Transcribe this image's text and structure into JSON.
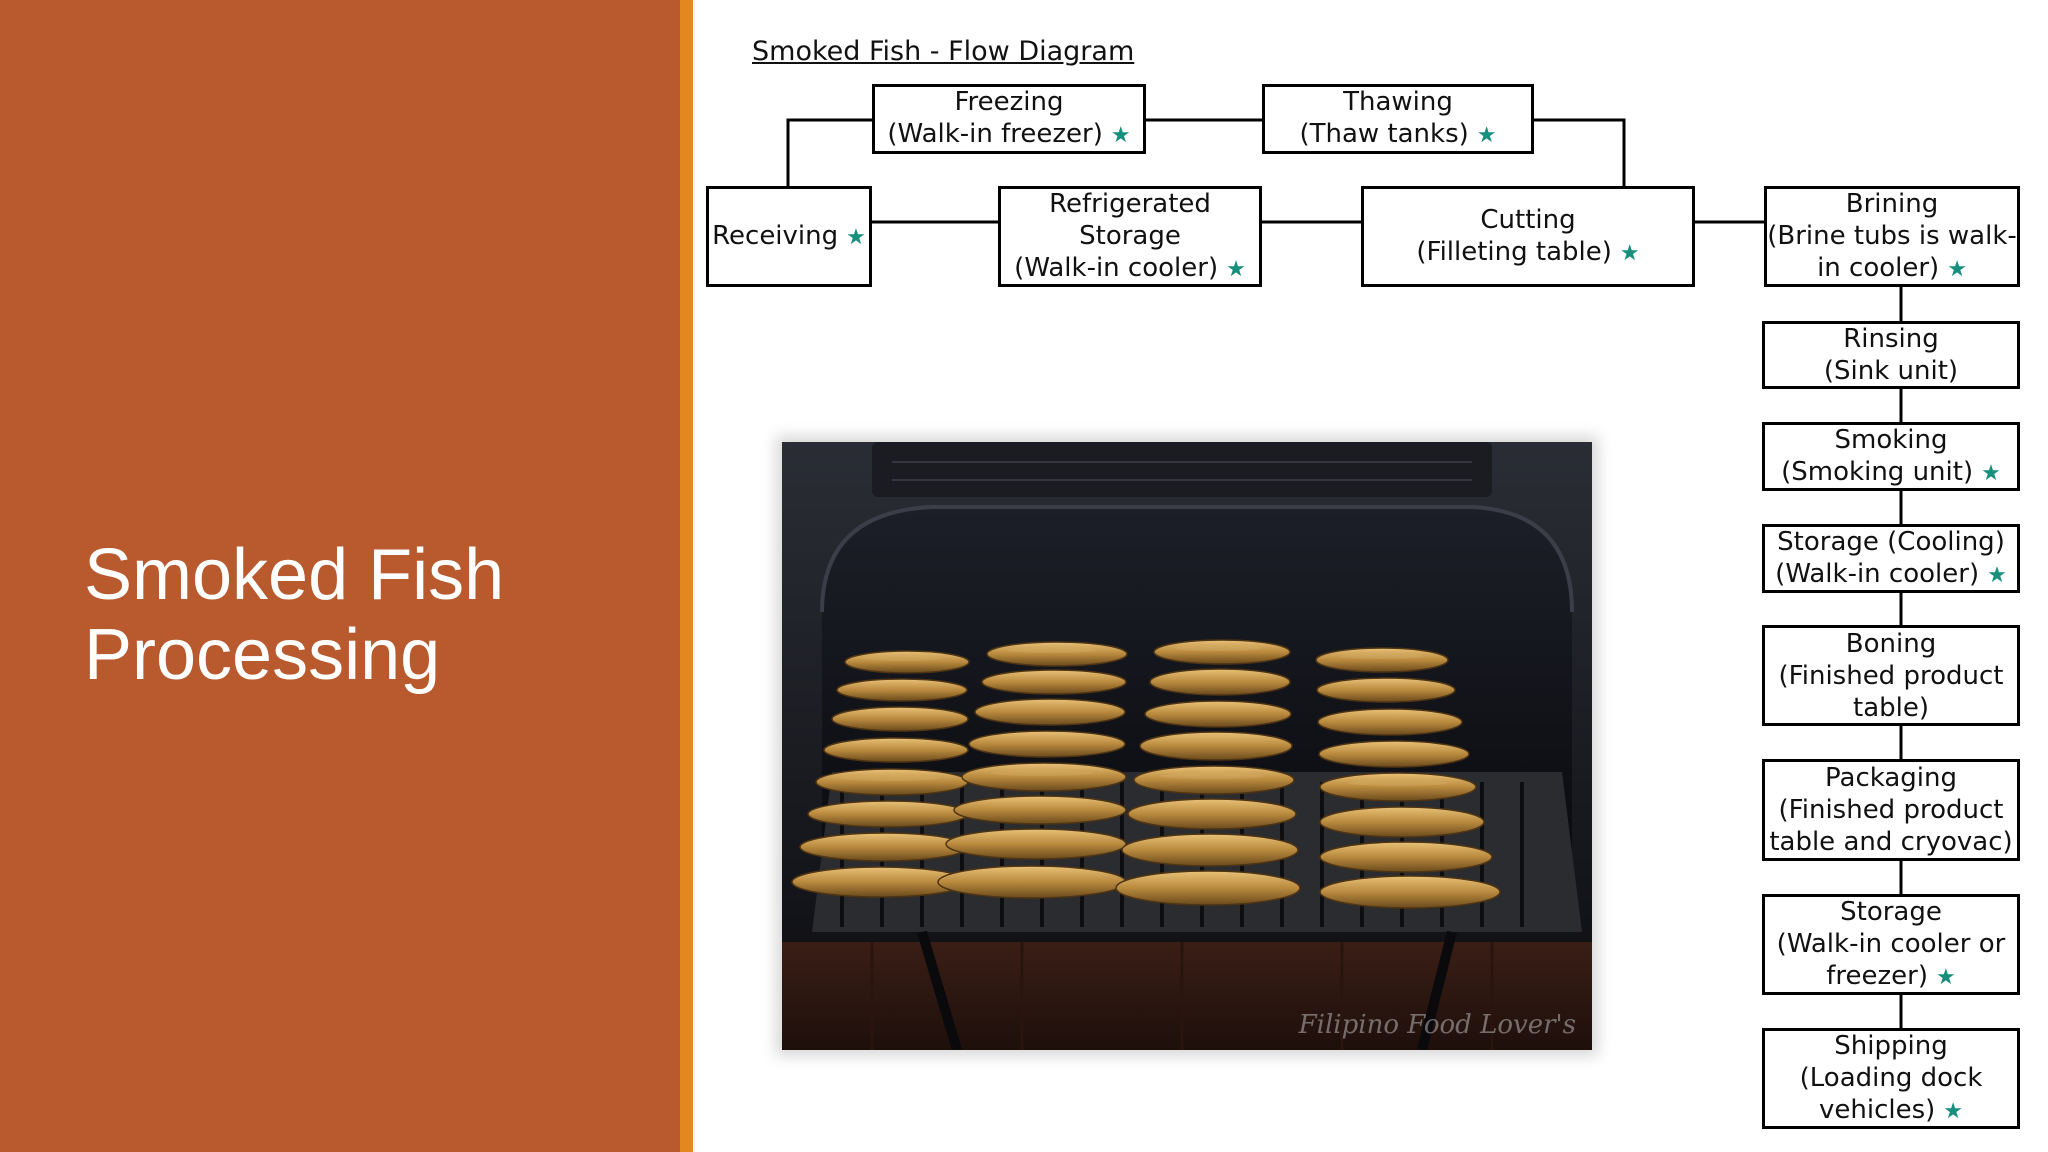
{
  "slide": {
    "title_line1": "Smoked Fish",
    "title_line2": "Processing"
  },
  "diagram": {
    "title": "Smoked Fish - Flow Diagram",
    "star_color": "#178f7d",
    "nodes": {
      "receiving": {
        "lines": [
          "Receiving"
        ],
        "star": true
      },
      "freezing": {
        "lines": [
          "Freezing",
          "(Walk-in freezer)"
        ],
        "star": true
      },
      "refrigerated": {
        "lines": [
          "Refrigerated",
          "Storage",
          "(Walk-in cooler)"
        ],
        "star": true
      },
      "thawing": {
        "lines": [
          "Thawing",
          "(Thaw tanks)"
        ],
        "star": true
      },
      "cutting": {
        "lines": [
          "Cutting",
          "(Filleting table)"
        ],
        "star": true
      },
      "brining": {
        "lines": [
          "Brining",
          "(Brine tubs is walk-",
          "in cooler)"
        ],
        "star": true
      },
      "rinsing": {
        "lines": [
          "Rinsing",
          "(Sink unit)"
        ],
        "star": false
      },
      "smoking": {
        "lines": [
          "Smoking",
          "(Smoking unit)"
        ],
        "star": true
      },
      "storage_cooling": {
        "lines": [
          "Storage (Cooling)",
          "(Walk-in cooler)"
        ],
        "star": true
      },
      "boning": {
        "lines": [
          "Boning",
          "(Finished product",
          "table)"
        ],
        "star": false
      },
      "packaging": {
        "lines": [
          "Packaging",
          "(Finished product",
          "table and cryovac)"
        ],
        "star": false
      },
      "storage": {
        "lines": [
          "Storage",
          "(Walk-in cooler or",
          "freezer)"
        ],
        "star": true
      },
      "shipping": {
        "lines": [
          "Shipping",
          "(Loading dock",
          "vehicles)"
        ],
        "star": true
      }
    }
  },
  "photo": {
    "watermark": "Filipino Food Lover's"
  },
  "colors": {
    "panel": "#b85a2e",
    "accent": "#e5871f"
  }
}
